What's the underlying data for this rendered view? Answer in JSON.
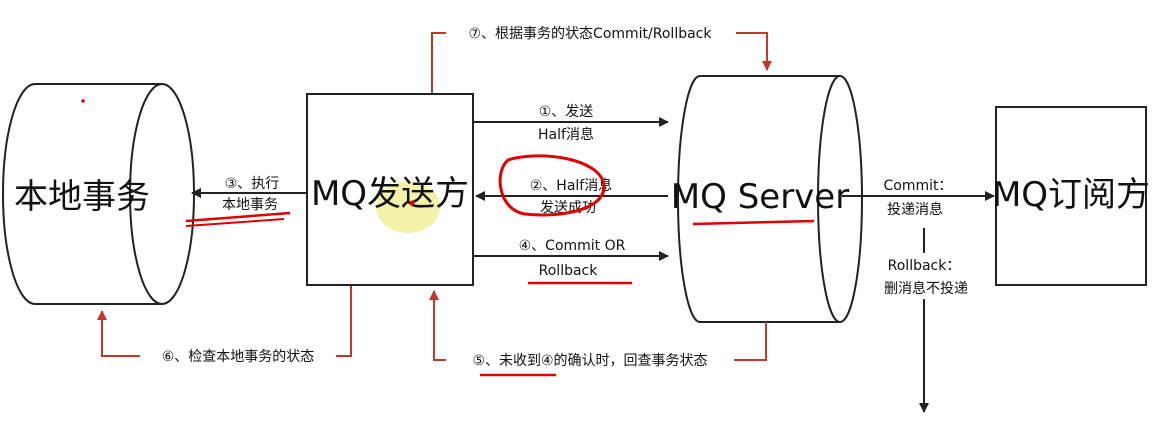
{
  "nodes": {
    "local_tx": "本地事务",
    "producer": "MQ发送方",
    "server": "MQ Server",
    "consumer": "MQ订阅方"
  },
  "edges": {
    "step1_line1": "①、发送",
    "step1_line2": "Half消息",
    "step2_line1": "②、Half消息",
    "step2_line2": "发送成功",
    "step3_line1": "③、执行",
    "step3_line2": "本地事务",
    "step4_line1": "④、Commit OR",
    "step4_line2": "Rollback",
    "step5": "⑤、未收到④的确认时，回查事务状态",
    "step6": "⑥、检查本地事务的状态",
    "step7": "⑦、根据事务的状态Commit/Rollback",
    "commit_line1": "Commit：",
    "commit_line2": "投递消息",
    "rollback_line1": "Rollback：",
    "rollback_line2": "删消息不投递"
  },
  "colors": {
    "line": "#222222",
    "callback": "#c0392b",
    "annotation": "#e00000",
    "highlight": "#f2ef9a"
  }
}
